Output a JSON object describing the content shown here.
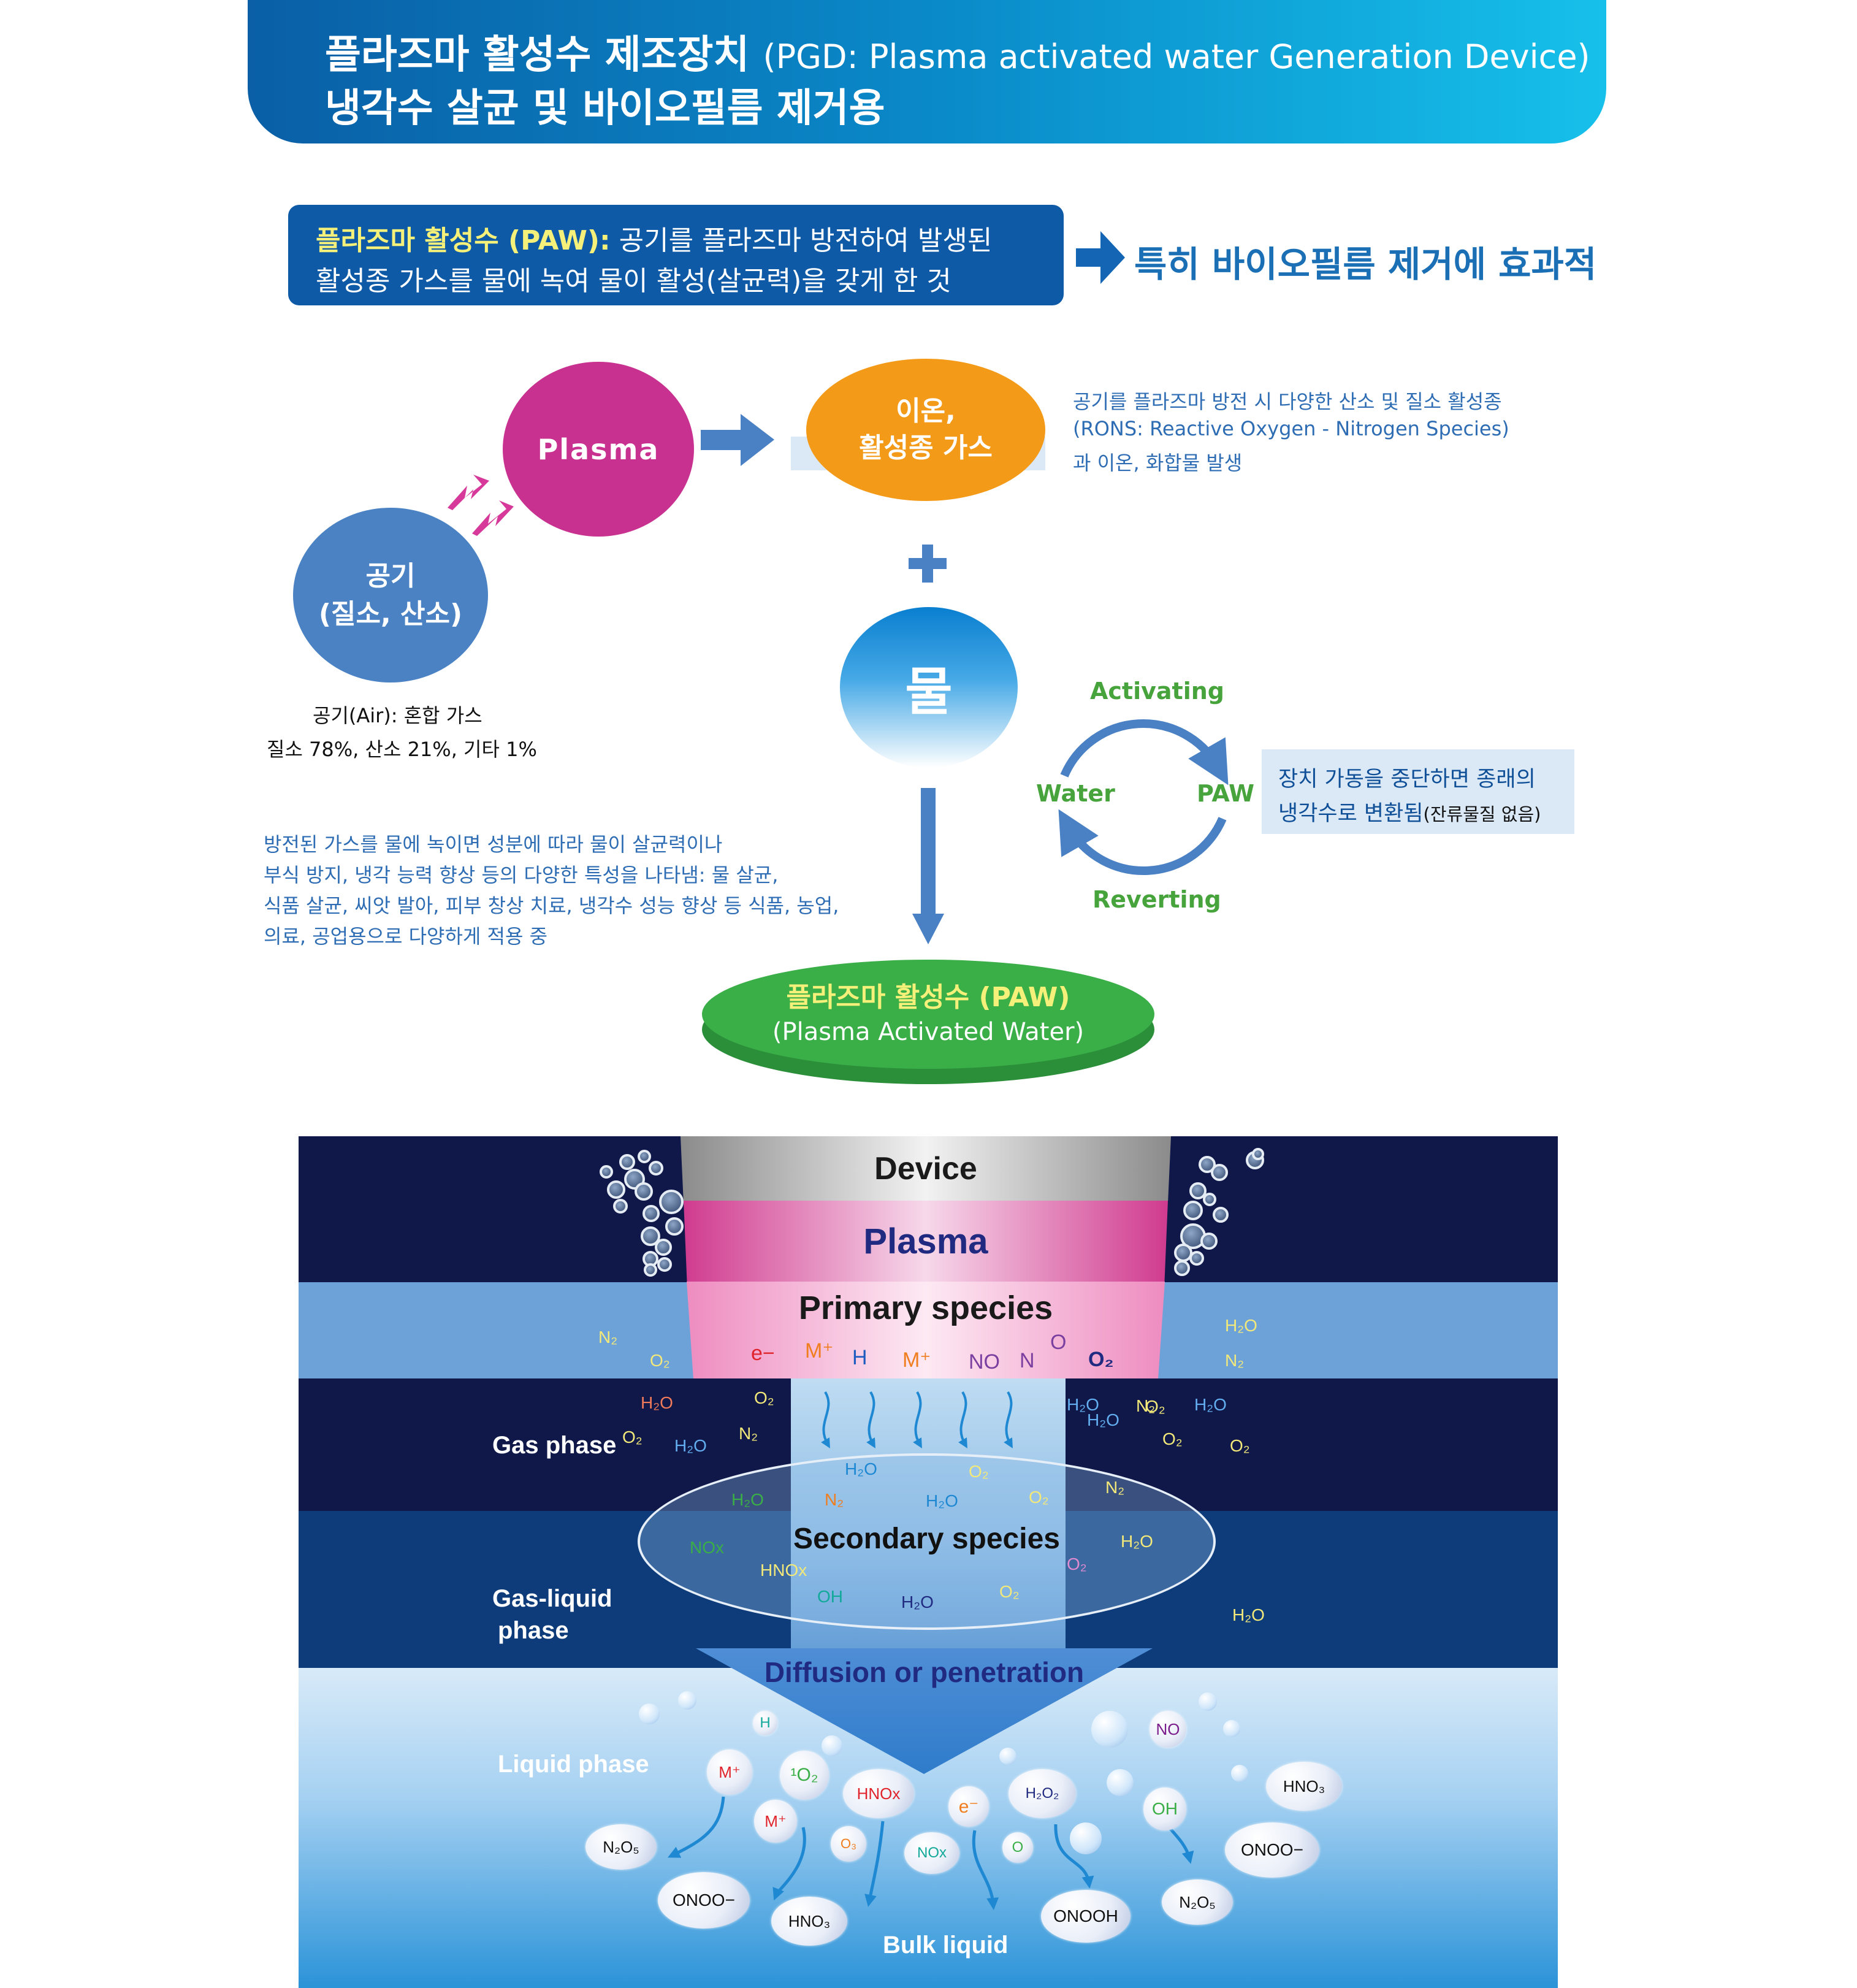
{
  "header": {
    "title_main": "플라즈마 활성수 제조장치",
    "title_sub": "(PGD: Plasma activated water Generation Device)",
    "title_line2": "냉각수 살균 및 바이오필름 제거용"
  },
  "definition": {
    "term": "플라즈마 활성수 (PAW):",
    "line1_rest": " 공기를 플라즈마 방전하여 발생된",
    "line2": "활성종 가스를 물에 녹여 물이 활성(살균력)을 갖게 한 것",
    "feature": "특히 바이오필름 제거에 효과적"
  },
  "process": {
    "plasma": "Plasma",
    "ion_line1": "이온,",
    "ion_line2": "활성종 가스",
    "air_line1": "공기",
    "air_line2": "(질소, 산소)",
    "air_note1": "공기(Air): 혼합 가스",
    "air_note2": "질소 78%, 산소 21%, 기타 1%",
    "rons1": "공기를 플라즈마 방전 시 다양한 산소 및 질소 활성종",
    "rons2": "(RONS: Reactive Oxygen - Nitrogen Species)",
    "rons3": "과 이온, 화합물 발생",
    "water": "물",
    "applications": [
      "방전된 가스를 물에 녹이면 성분에 따라 물이 살균력이나",
      "부식 방지, 냉각 능력 향상 등의 다양한 특성을 나타냄: 물 살균,",
      "식품 살균, 씨앗 발아, 피부 창상 치료, 냉각수 성능 향상 등 식품, 농업,",
      "의료, 공업용으로 다양하게 적용 중"
    ],
    "paw_kr": "플라즈마 활성수 (PAW)",
    "paw_en": "(Plasma Activated Water)"
  },
  "cycle": {
    "activating": "Activating",
    "reverting": "Reverting",
    "water": "Water",
    "paw": "PAW",
    "note1": "장치 가동을 중단하면 종래의",
    "note2_a": "냉각수로 변환됨",
    "note2_b": "(잔류물질 없음)"
  },
  "diagram": {
    "device": "Device",
    "plasma": "Plasma",
    "primary": "Primary species",
    "gas_phase": "Gas phase",
    "gas_liquid_1": "Gas-liquid",
    "gas_liquid_2": "phase",
    "secondary": "Secondary species",
    "diffusion": "Diffusion or penetration",
    "liquid_phase": "Liquid phase",
    "bulk": "Bulk liquid",
    "primary_species": [
      "e−",
      "M⁺",
      "H",
      "M⁺",
      "NO",
      "N",
      "O",
      "O₂"
    ],
    "species_labels": [
      "N₂",
      "O₂",
      "H₂O",
      "O₂",
      "N₂",
      "H₂O",
      "O₂",
      "H₂O",
      "N₂",
      "O₂",
      "H₂O",
      "N₂",
      "H₂O",
      "O₂",
      "O₂",
      "H₂O",
      "O₂",
      "H₂O",
      "O₂",
      "N₂",
      "H₂O",
      "NOx",
      "H₂O",
      "HNOx",
      "OH",
      "H₂O",
      "O₂",
      "O₂",
      "H₂O",
      "N₂",
      "H₂O"
    ],
    "liquid_species": [
      "H",
      "NO",
      "M⁺",
      "¹O₂",
      "HNOx",
      "e⁻",
      "H₂O₂",
      "OH",
      "HNO₃",
      "N₂O₅",
      "M⁺",
      "O₃",
      "NOx",
      "O",
      "ONOO−",
      "ONOO−",
      "HNO₃",
      "ONOOH",
      "N₂O₅"
    ]
  },
  "colors": {
    "header_dark": "#0a5fa6",
    "header_light": "#16c0ea",
    "definition_box": "#0e5aa6",
    "plasma_circle": "#c8318f",
    "ion_circle": "#f39a18",
    "air_circle": "#4a82c4",
    "arrow": "#4a80c4",
    "paw_disk": "#3aae47",
    "lightning": "#d6399a",
    "dark_band": "#0f1848",
    "mid_band": "#6da2d8",
    "gl_band": "#0e3c7a"
  }
}
